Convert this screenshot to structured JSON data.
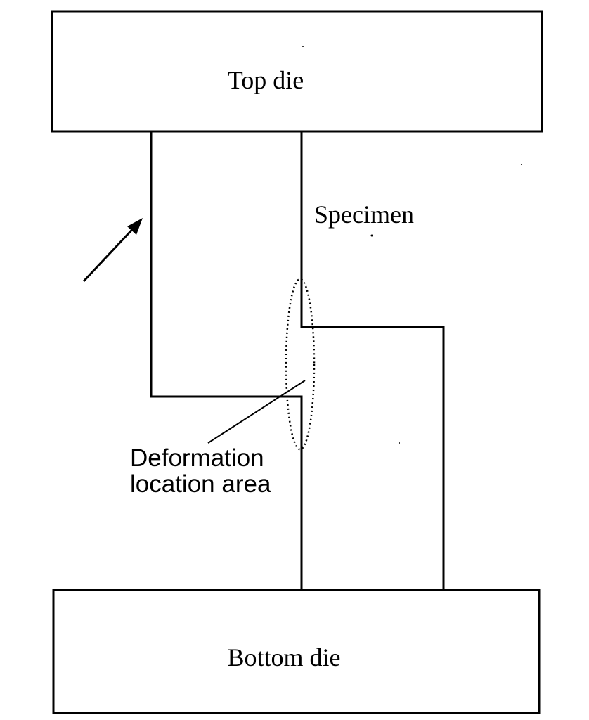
{
  "labels": {
    "top_die": "Top die",
    "bottom_die": "Bottom die",
    "specimen": "Specimen",
    "deformation_line1": "Deformation",
    "deformation_line2": "location area"
  },
  "colors": {
    "ink": "#000000",
    "background": "#ffffff"
  }
}
